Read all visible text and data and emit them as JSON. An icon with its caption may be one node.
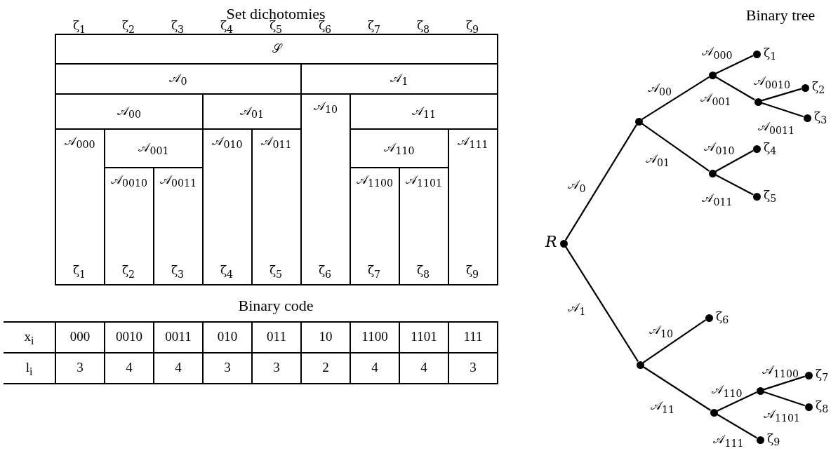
{
  "diagram": {
    "nodes": [
      {
        "text": [],
        "shape": "circle",
        "beside": [
          "R"
        ]
      },
      {
        "text": [],
        "shape": "circle"
      },
      {
        "text": [],
        "shape": "circle"
      },
      {
        "text": [],
        "shape": "circle"
      },
      {
        "text": [],
        "shape": "circle"
      },
      {
        "text": [],
        "shape": "circle"
      },
      {
        "text": [],
        "shape": "circle",
        "beside": [
          "ζ$_{1}$"
        ]
      },
      {
        "text": [],
        "shape": "circle",
        "beside": [
          "ζ$_{2}$"
        ]
      },
      {
        "text": [],
        "shape": "circle",
        "beside": [
          "ζ$_{3}$"
        ]
      },
      {
        "text": [],
        "shape": "circle",
        "beside": [
          "ζ$_{4}$"
        ]
      },
      {
        "text": [],
        "shape": "circle",
        "beside": [
          "ζ$_{5}$"
        ]
      },
      {
        "text": [],
        "shape": "circle",
        "beside": [
          "ζ$_{6}$"
        ]
      },
      {
        "text": [],
        "shape": "circle"
      },
      {
        "text": [],
        "shape": "circle"
      },
      {
        "text": [],
        "shape": "circle",
        "beside": [
          "ζ$_{7}$"
        ]
      },
      {
        "text": [],
        "shape": "circle",
        "beside": [
          "ζ$_{8}$"
        ]
      },
      {
        "text": [],
        "shape": "circle",
        "beside": [
          "ζ$_{9}$"
        ]
      }
    ],
    "edges": [
      {
        "from": 0,
        "to": 1,
        "arrow": "none",
        "label": "𝒜$_{0}$"
      },
      {
        "from": 0,
        "to": 2,
        "arrow": "none",
        "label": "𝒜$_{1}$"
      },
      {
        "from": 1,
        "to": 3,
        "arrow": "none",
        "label": "𝒜$_{00}$"
      },
      {
        "from": 1,
        "to": 4,
        "arrow": "none",
        "label": "𝒜$_{01}$"
      },
      {
        "from": 3,
        "to": 6,
        "arrow": "none",
        "label": "𝒜$_{000}$"
      },
      {
        "from": 3,
        "to": 5,
        "arrow": "none",
        "label": "𝒜$_{001}$"
      },
      {
        "from": 5,
        "to": 7,
        "arrow": "none",
        "label": "𝒜$_{0010}$"
      },
      {
        "from": 5,
        "to": 8,
        "arrow": "none",
        "label": "𝒜$_{0011}$"
      },
      {
        "from": 4,
        "to": 9,
        "arrow": "none",
        "label": "𝒜$_{010}$"
      },
      {
        "from": 4,
        "to": 10,
        "arrow": "none",
        "label": "𝒜$_{011}$"
      },
      {
        "from": 2,
        "to": 11,
        "arrow": "none",
        "label": "𝒜$_{10}$"
      },
      {
        "from": 2,
        "to": 12,
        "arrow": "none",
        "label": "𝒜$_{11}$"
      },
      {
        "from": 12,
        "to": 13,
        "arrow": "none",
        "label": "𝒜$_{110}$"
      },
      {
        "from": 12,
        "to": 16,
        "arrow": "none",
        "label": "𝒜$_{111}$"
      },
      {
        "from": 13,
        "to": 14,
        "arrow": "none",
        "label": "𝒜$_{1100}$"
      },
      {
        "from": 13,
        "to": 15,
        "arrow": "none",
        "label": "𝒜$_{1101}$"
      }
    ],
    "labels": [
      "Set dichotomies",
      "ζ$_{1}$",
      "ζ$_{2}$",
      "ζ$_{3}$",
      "ζ$_{4}$",
      "ζ$_{5}$",
      "ζ$_{6}$",
      "ζ$_{7}$",
      "ζ$_{8}$",
      "ζ$_{9}$",
      "𝒮",
      "𝒜$_{0}$",
      "𝒜$_{1}$",
      "𝒜$_{00}$",
      "𝒜$_{01}$",
      "𝒜$_{10}$",
      "𝒜$_{11}$",
      "𝒜$_{000}$",
      "𝒜$_{001}$",
      "𝒜$_{010}$",
      "𝒜$_{011}$",
      "𝒜$_{110}$",
      "𝒜$_{111}$",
      "𝒜$_{0010}$",
      "𝒜$_{0011}$",
      "𝒜$_{1100}$",
      "𝒜$_{1101}$",
      "ζ$_{1}$",
      "ζ$_{2}$",
      "ζ$_{3}$",
      "ζ$_{4}$",
      "ζ$_{5}$",
      "ζ$_{6}$",
      "ζ$_{7}$",
      "ζ$_{8}$",
      "ζ$_{9}$",
      "Binary code",
      "x$_{i}$",
      "000",
      "0010",
      "0011",
      "010",
      "011",
      "10",
      "1100",
      "1101",
      "111",
      "l$_{i}$",
      "3",
      "4",
      "4",
      "3",
      "3",
      "2",
      "4",
      "4",
      "3",
      "Binary tree"
    ]
  }
}
